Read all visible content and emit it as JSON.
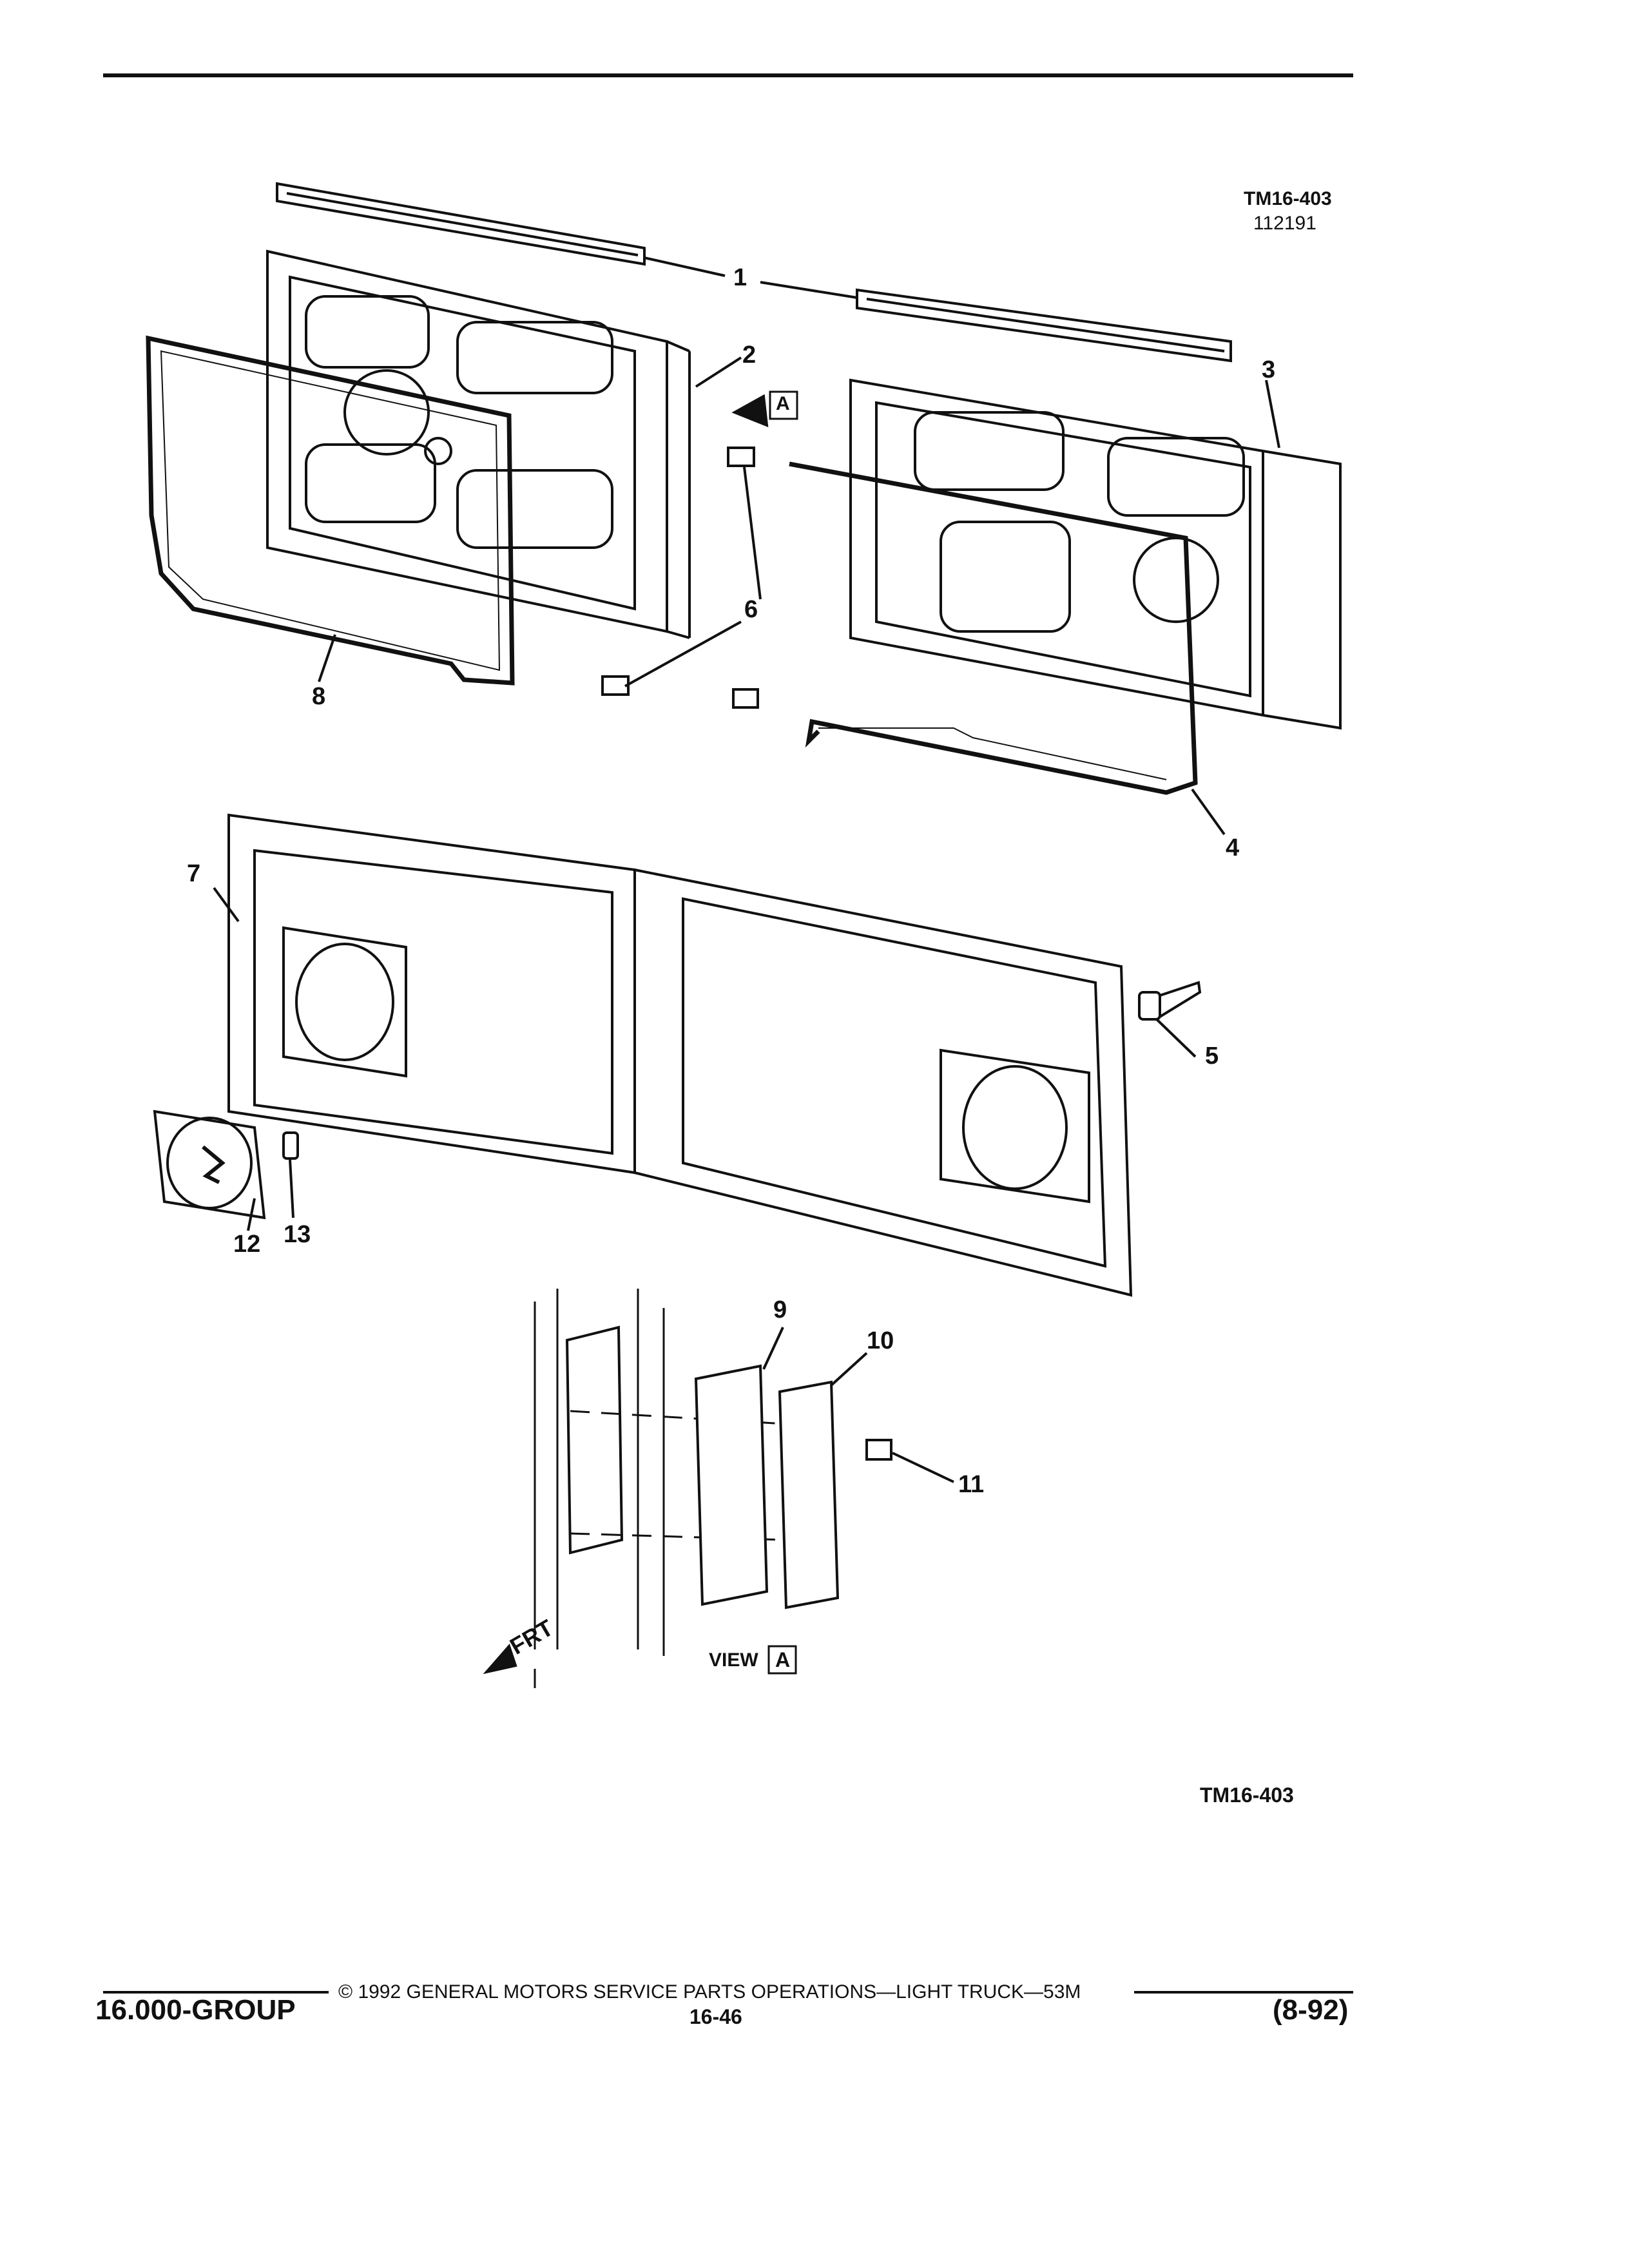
{
  "figure": {
    "id": "TM16-403",
    "code": "112191",
    "bottom_id": "TM16-403"
  },
  "callouts": [
    "1",
    "2",
    "3",
    "4",
    "5",
    "6",
    "7",
    "8",
    "9",
    "10",
    "11",
    "12",
    "13"
  ],
  "view_label": {
    "word": "VIEW",
    "box_letter": "A"
  },
  "view_arrow_letter": "A",
  "frt_label": "FRT",
  "footer": {
    "group": "16.000-GROUP",
    "copyright": "© 1992 GENERAL MOTORS SERVICE PARTS OPERATIONS—LIGHT TRUCK—53M",
    "page": "16-46",
    "date": "(8-92)"
  }
}
